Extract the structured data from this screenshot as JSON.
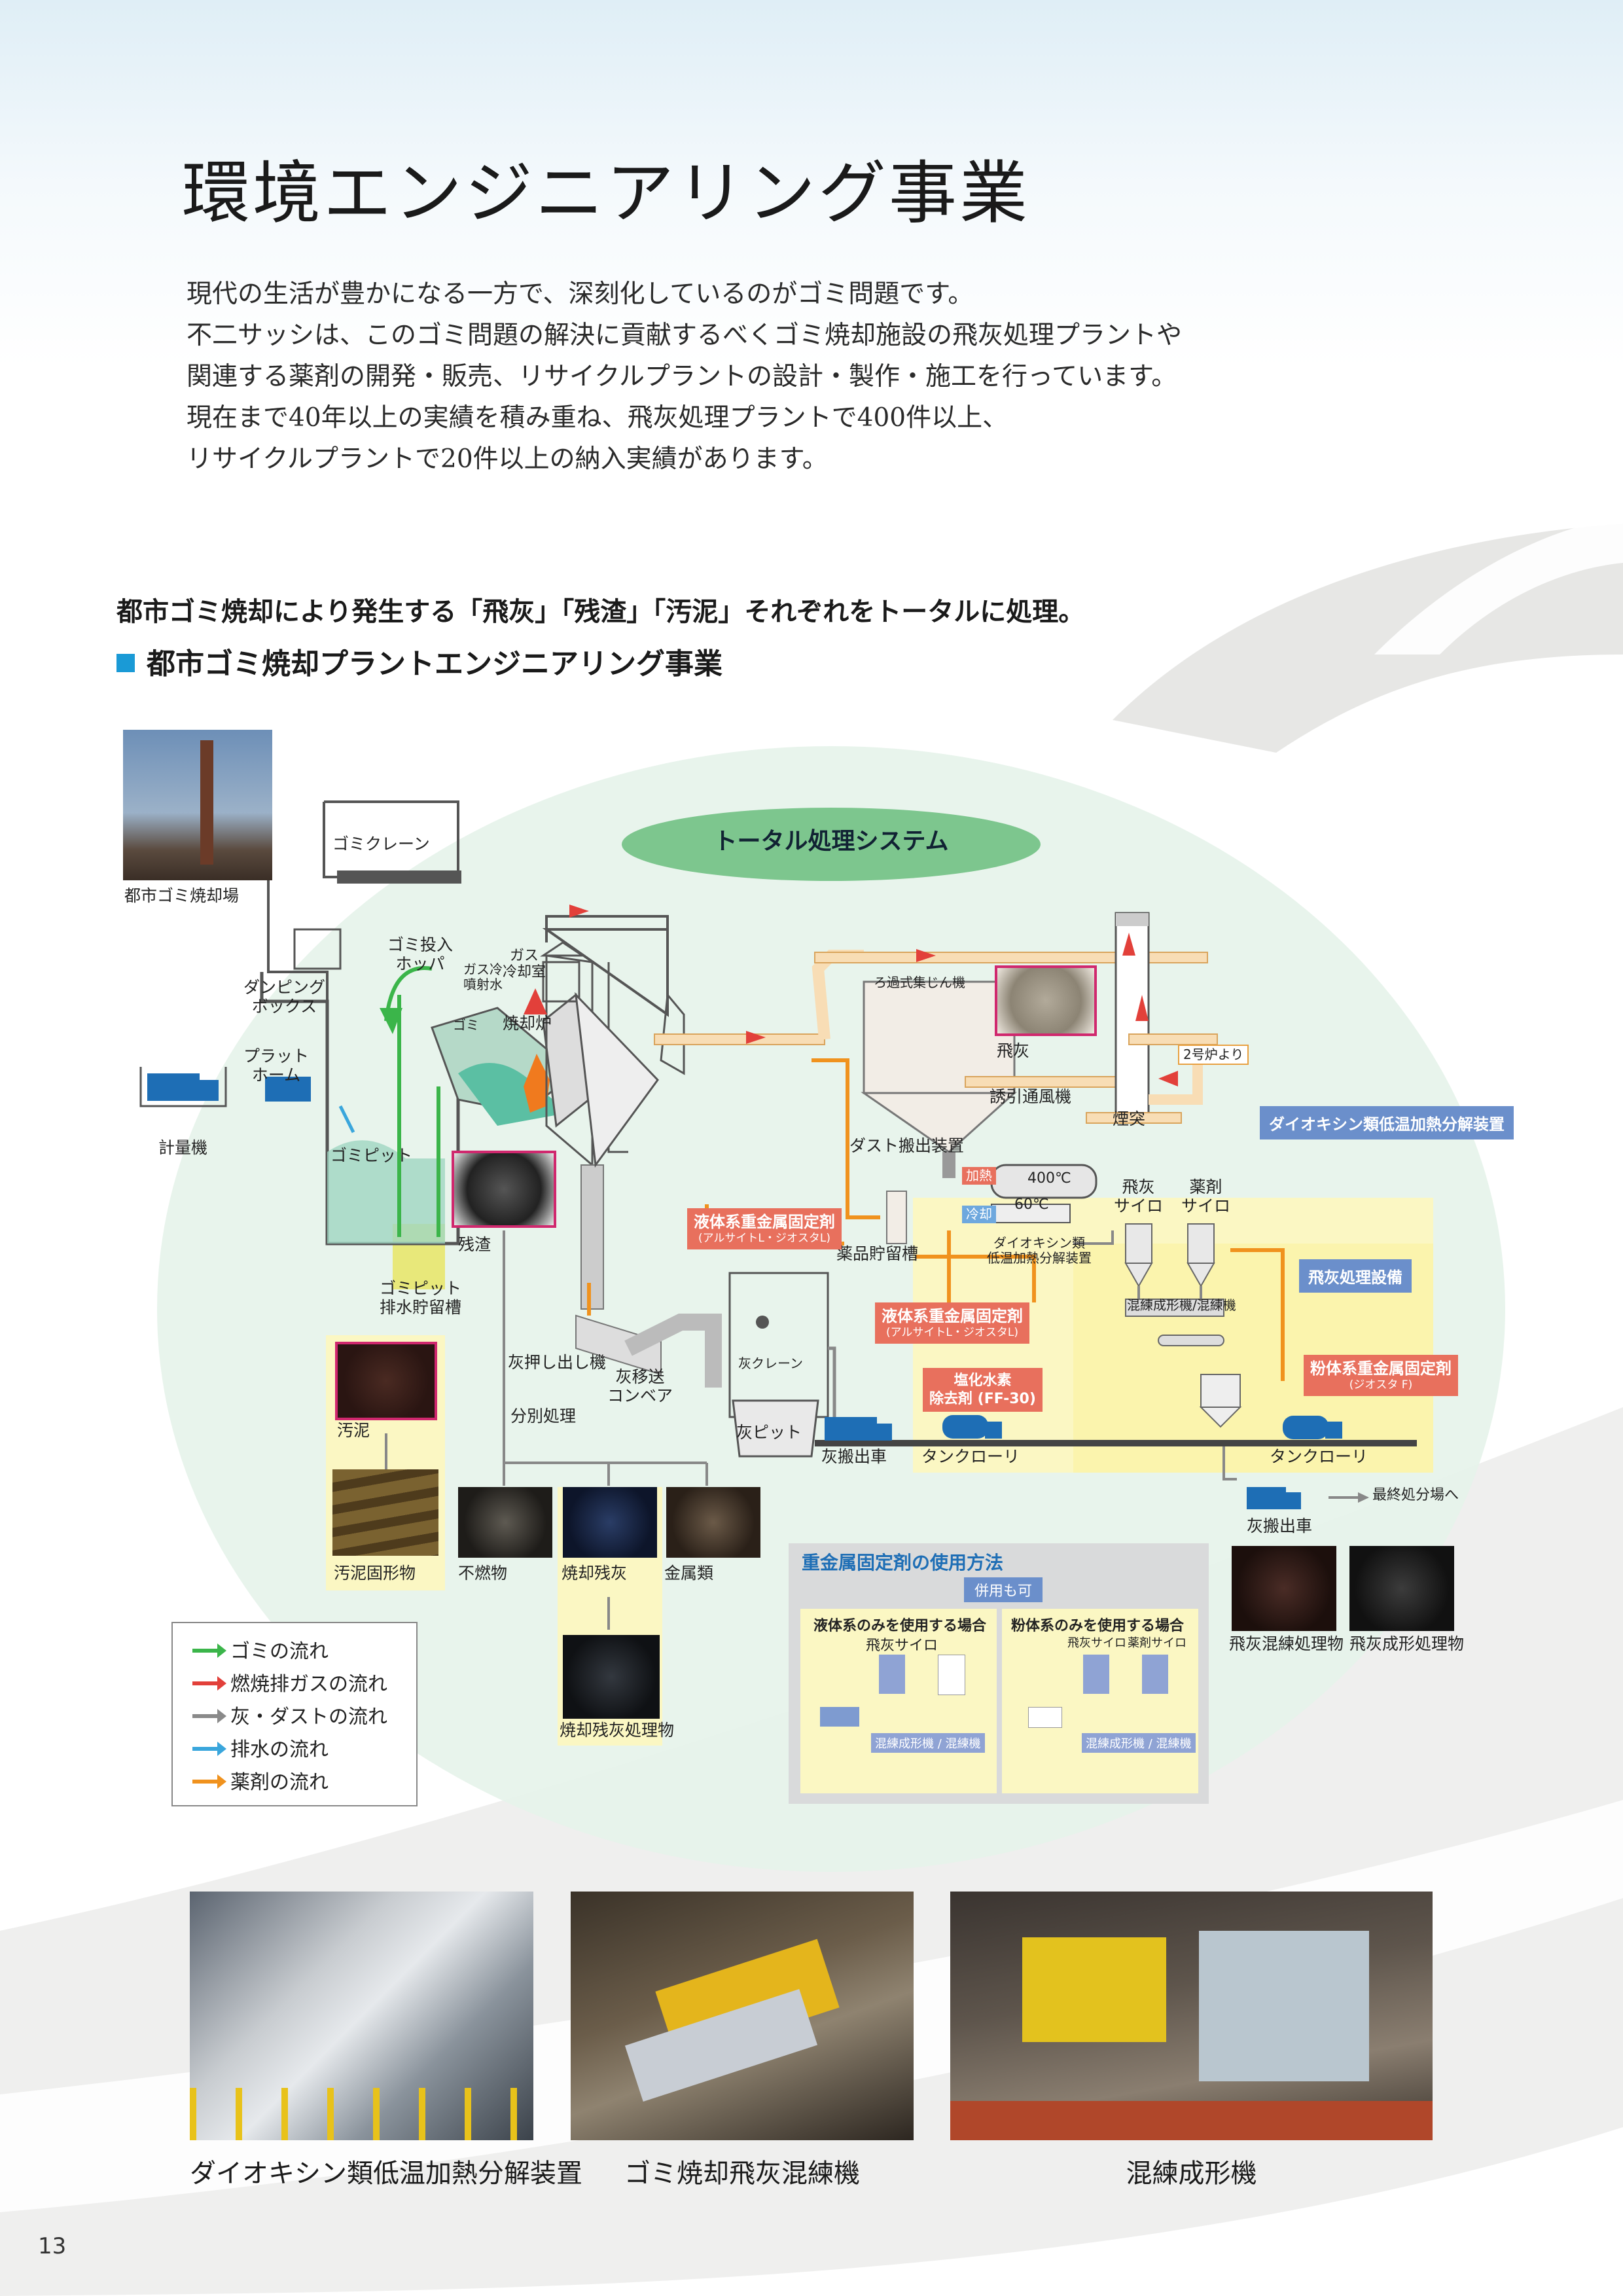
{
  "title": "環境エンジニアリング事業",
  "intro": [
    "現代の生活が豊かになる一方で、深刻化しているのがゴミ問題です。",
    "不二サッシは、このゴミ問題の解決に貢献するべくゴミ焼却施設の飛灰処理プラントや",
    "関連する薬剤の開発・販売、リサイクルプラントの設計・製作・施工を行っています。",
    "現在まで40年以上の実績を積み重ね、飛灰処理プラントで400件以上、",
    "リサイクルプラントで20件以上の納入実績があります。"
  ],
  "lead": "都市ゴミ焼却により発生する「飛灰」「残渣」「汚泥」それぞれをトータルに処理。",
  "section_title": "都市ゴミ焼却プラントエンジニアリング事業",
  "diagram": {
    "system_label": "トータル処理システム",
    "labels": {
      "incinerator_site": "都市ゴミ焼却場",
      "crane": "ゴミクレーン",
      "hopper": "ゴミ投入\nホッパ",
      "gas_cool_water": "ガス冷\n噴射水",
      "gas_cool_room": "ガス\n冷却室",
      "furnace": "焼却炉",
      "garbage": "ゴミ",
      "dumping_box": "ダンピング\nボックス",
      "platform": "プラット\nホーム",
      "scale": "計量機",
      "pit": "ゴミピット",
      "pit_tank": "ゴミピット\n排水貯留槽",
      "residue": "残渣",
      "filter": "ろ過式集じん機",
      "fly_ash": "飛灰",
      "fan": "誘引通風機",
      "chimney": "煙突",
      "no2": "2号炉より",
      "dust_out": "ダスト搬出装置",
      "dioxin_unit": "ダイオキシン類低温加熱分解装置",
      "heat": "加熱",
      "cool": "冷却",
      "t400": "400℃",
      "t60": "60℃",
      "dioxin_small": "ダイオキシン類\n低温加熱分解装置",
      "flyash_silo": "飛灰\nサイロ",
      "chem_silo": "薬剤\nサイロ",
      "chem_tank": "薬品貯留槽",
      "flyash_eq": "飛灰処理設備",
      "mixer": "混練成形機/混練機",
      "ash_push": "灰押し出し機",
      "ash_conv": "灰移送\nコンベア",
      "ash_crane": "灰クレーン",
      "ash_pit": "灰ピット",
      "ash_truck": "灰搬出車",
      "tank_lorry": "タンクローリ",
      "tank_lorry2": "タンクローリ",
      "ash_truck2": "灰搬出車",
      "final": "最終処分場へ",
      "sludge": "汚泥",
      "sorting": "分別処理",
      "sludge_solid": "汚泥固形物",
      "noncombust": "不燃物",
      "burned_ash": "焼却残灰",
      "metals": "金属類",
      "burned_ash_proc": "焼却残灰処理物",
      "flyash_mix": "飛灰混練処理物",
      "flyash_form": "飛灰成形処理物"
    },
    "tags": {
      "liquid1_title": "液体系重金属固定剤",
      "liquid1_sub": "(アルサイトL・ジオスタL)",
      "liquid2_title": "液体系重金属固定剤",
      "liquid2_sub": "(アルサイトL・ジオスタL)",
      "hcl_title": "塩化水素\n除去剤 (FF-30)",
      "powder_title": "粉体系重金属固定剤",
      "powder_sub": "(ジオスタ F)"
    },
    "method": {
      "title": "重金属固定剤の使用方法",
      "both": "併用も可",
      "liquid_case": "液体系のみを使用する場合",
      "powder_case": "粉体系のみを使用する場合",
      "flyash_silo": "飛灰サイロ",
      "flyash_silo2": "飛灰サイロ",
      "chem_silo": "薬剤サイロ",
      "mixer1": "混練成形機 / 混練機",
      "mixer2": "混練成形機 / 混練機"
    },
    "legend": [
      {
        "label": "ゴミの流れ",
        "color": "#3bb54a"
      },
      {
        "label": "燃焼排ガスの流れ",
        "color": "#e2403a"
      },
      {
        "label": "灰・ダストの流れ",
        "color": "#8a8a8a"
      },
      {
        "label": "排水の流れ",
        "color": "#3aa6dc"
      },
      {
        "label": "薬剤の流れ",
        "color": "#f0921e"
      }
    ]
  },
  "photos": [
    {
      "caption": "ダイオキシン類低温加熱分解装置"
    },
    {
      "caption": "ゴミ焼却飛灰混練機"
    },
    {
      "caption": "混練成形機"
    }
  ],
  "page_number": "13"
}
